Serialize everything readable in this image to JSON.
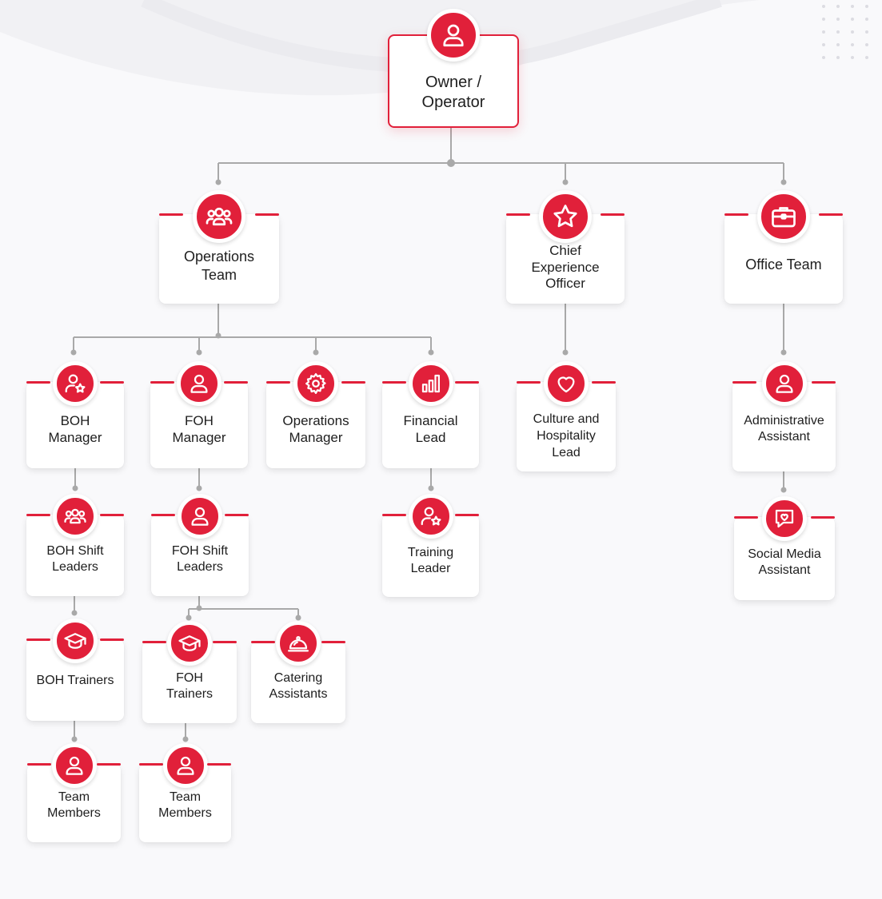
{
  "brand_color": "#e1203a",
  "connector_color": "#a9a9a9",
  "nodes": {
    "owner": {
      "label": "Owner /\nOperator",
      "icon": "user-icon"
    },
    "operations_team": {
      "label": "Operations\nTeam",
      "icon": "users-group-icon"
    },
    "chief_experience_officer": {
      "label": "Chief\nExperience\nOfficer",
      "icon": "star-icon"
    },
    "office_team": {
      "label": "Office Team",
      "icon": "briefcase-icon"
    },
    "boh_manager": {
      "label": "BOH\nManager",
      "icon": "user-star-icon"
    },
    "foh_manager": {
      "label": "FOH\nManager",
      "icon": "user-icon"
    },
    "operations_manager": {
      "label": "Operations\nManager",
      "icon": "gear-icon"
    },
    "financial_lead": {
      "label": "Financial\nLead",
      "icon": "bar-chart-icon"
    },
    "culture_hospitality_lead": {
      "label": "Culture and\nHospitality\nLead",
      "icon": "heart-icon"
    },
    "administrative_assistant": {
      "label": "Administrative\nAssistant",
      "icon": "user-icon"
    },
    "boh_shift_leaders": {
      "label": "BOH Shift\nLeaders",
      "icon": "users-group-icon"
    },
    "foh_shift_leaders": {
      "label": "FOH Shift\nLeaders",
      "icon": "user-icon"
    },
    "training_leader": {
      "label": "Training\nLeader",
      "icon": "user-star-icon"
    },
    "social_media_assistant": {
      "label": "Social Media\nAssistant",
      "icon": "chat-heart-icon"
    },
    "boh_trainers": {
      "label": "BOH Trainers",
      "icon": "graduation-cap-icon"
    },
    "foh_trainers": {
      "label": "FOH\nTrainers",
      "icon": "graduation-cap-icon"
    },
    "catering_assistants": {
      "label": "Catering\nAssistants",
      "icon": "cloche-icon"
    },
    "boh_team_members": {
      "label": "Team\nMembers",
      "icon": "user-icon"
    },
    "foh_team_members": {
      "label": "Team\nMembers",
      "icon": "user-icon"
    }
  },
  "edges": [
    [
      "owner",
      "operations_team"
    ],
    [
      "owner",
      "chief_experience_officer"
    ],
    [
      "owner",
      "office_team"
    ],
    [
      "operations_team",
      "boh_manager"
    ],
    [
      "operations_team",
      "foh_manager"
    ],
    [
      "operations_team",
      "operations_manager"
    ],
    [
      "operations_team",
      "financial_lead"
    ],
    [
      "chief_experience_officer",
      "culture_hospitality_lead"
    ],
    [
      "office_team",
      "administrative_assistant"
    ],
    [
      "boh_manager",
      "boh_shift_leaders"
    ],
    [
      "foh_manager",
      "foh_shift_leaders"
    ],
    [
      "financial_lead",
      "training_leader"
    ],
    [
      "administrative_assistant",
      "social_media_assistant"
    ],
    [
      "boh_shift_leaders",
      "boh_trainers"
    ],
    [
      "foh_shift_leaders",
      "foh_trainers"
    ],
    [
      "foh_shift_leaders",
      "catering_assistants"
    ],
    [
      "boh_trainers",
      "boh_team_members"
    ],
    [
      "foh_trainers",
      "foh_team_members"
    ]
  ]
}
